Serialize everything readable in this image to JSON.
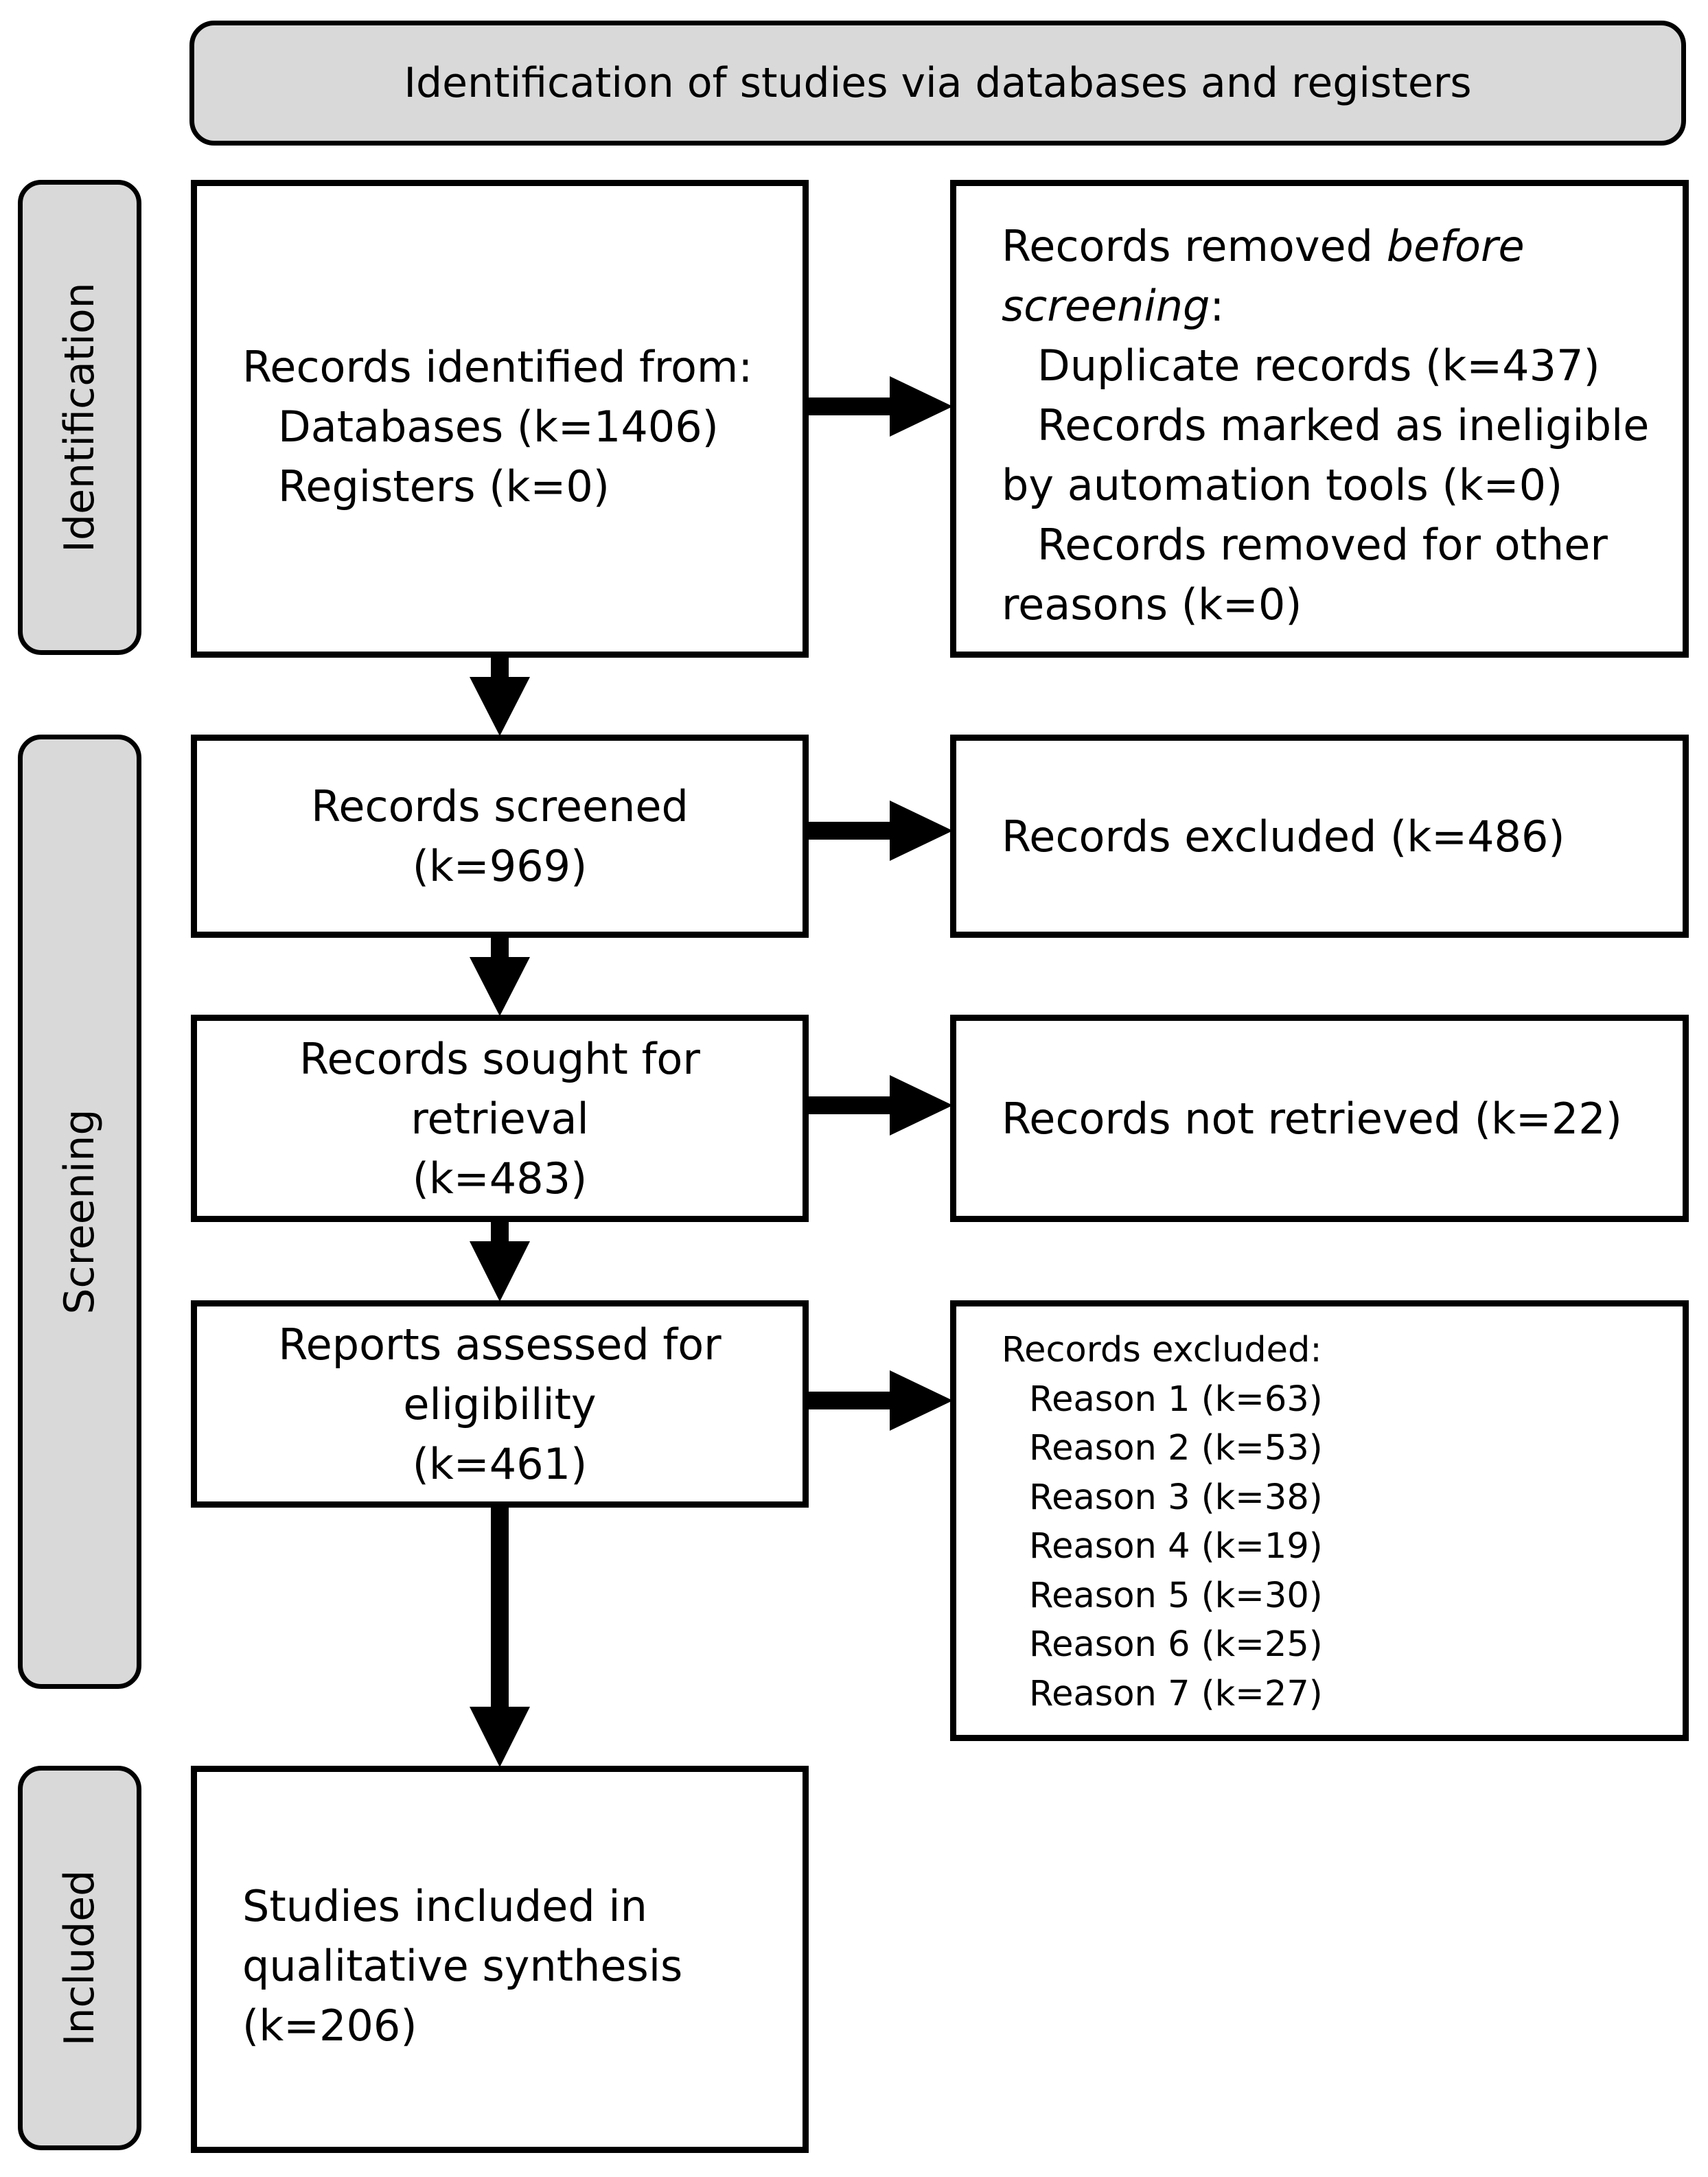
{
  "header": {
    "title": "Identification of studies via databases and registers"
  },
  "phases": {
    "identification": "Identification",
    "screening": "Screening",
    "included": "Included"
  },
  "identified": {
    "title": "Records identified from:",
    "databases": "Databases (k=1406)",
    "registers": "Registers (k=0)"
  },
  "removed": {
    "line1_plain": "Records removed ",
    "line1_italic": "before",
    "line2_italic": "screening",
    "line2_plain": ":",
    "duplicates": "Duplicate records (k=437)",
    "ineligible_a": "Records marked as ineligible",
    "ineligible_b": "by automation tools (k=0)",
    "other_a": "Records removed for other",
    "other_b": "reasons (k=0)"
  },
  "screened": {
    "title": "Records screened",
    "count": "(k=969)"
  },
  "excluded_screen": {
    "text": "Records excluded (k=486)"
  },
  "sought": {
    "line1": "Records sought for",
    "line2": "retrieval",
    "count": "(k=483)"
  },
  "not_retrieved": {
    "text": "Records not retrieved (k=22)"
  },
  "assessed": {
    "line1": "Reports assessed for",
    "line2": "eligibility",
    "count": "(k=461)"
  },
  "excluded_reasons": {
    "title": "Records excluded:",
    "reasons": [
      "Reason 1 (k=63)",
      "Reason 2 (k=53)",
      "Reason 3 (k=38)",
      "Reason 4 (k=19)",
      "Reason 5 (k=30)",
      "Reason 6 (k=25)",
      "Reason 7 (k=27)"
    ]
  },
  "included": {
    "line1": "Studies included in",
    "line2": "qualitative synthesis",
    "count": "(k=206)"
  }
}
